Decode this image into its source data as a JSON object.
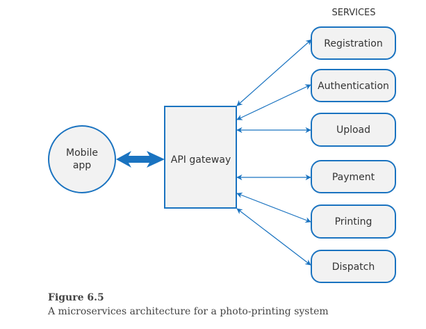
{
  "diagram": {
    "services_heading": "SERVICES",
    "client": {
      "label_line1": "Mobile",
      "label_line2": "app"
    },
    "gateway": {
      "label": "API gateway"
    },
    "services": [
      {
        "id": "registration",
        "label": "Registration"
      },
      {
        "id": "authentication",
        "label": "Authentication"
      },
      {
        "id": "upload",
        "label": "Upload"
      },
      {
        "id": "payment",
        "label": "Payment"
      },
      {
        "id": "printing",
        "label": "Printing"
      },
      {
        "id": "dispatch",
        "label": "Dispatch"
      }
    ],
    "edges": [
      {
        "from": "mobile-app",
        "to": "api-gateway",
        "type": "bidirectional-thick"
      },
      {
        "from": "api-gateway",
        "to": "registration",
        "type": "bidirectional"
      },
      {
        "from": "api-gateway",
        "to": "authentication",
        "type": "bidirectional"
      },
      {
        "from": "api-gateway",
        "to": "upload",
        "type": "bidirectional"
      },
      {
        "from": "api-gateway",
        "to": "payment",
        "type": "bidirectional"
      },
      {
        "from": "api-gateway",
        "to": "printing",
        "type": "bidirectional"
      },
      {
        "from": "api-gateway",
        "to": "dispatch",
        "type": "bidirectional"
      }
    ],
    "colors": {
      "stroke": "#1a73c0",
      "fill": "#f2f2f2",
      "text": "#333333"
    }
  },
  "caption": {
    "figure_number": "Figure 6.5",
    "text": "A microservices architecture for a photo-printing system"
  }
}
